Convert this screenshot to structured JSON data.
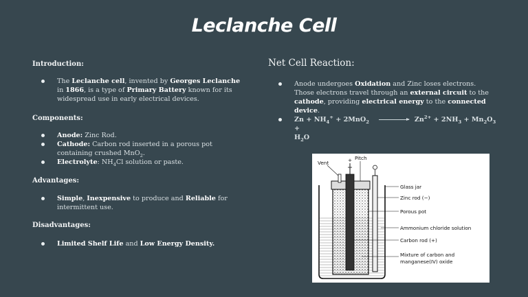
{
  "title": "Leclanche Cell",
  "left": {
    "intro_heading": "Introduction:",
    "intro": {
      "t1": "The ",
      "b1": "Leclanche cell",
      "t2": ", invented by ",
      "b2": "Georges Leclanche",
      "t3": " in ",
      "b3": "1866",
      "t4": ", is a type of ",
      "b4": "Primary Battery",
      "t5": " known for its widespread use in early electrical devices."
    },
    "components_heading": "Components:",
    "components": [
      {
        "label": "Anode:",
        "text": " Zinc Rod."
      },
      {
        "label": "Cathode:",
        "text": " Carbon rod inserted in a porous pot containing crushed MnO",
        "sub": "2",
        "end": "."
      },
      {
        "label": "Electrolyte",
        "text": ": NH",
        "sub": "4",
        "end": "Cl solution or paste."
      }
    ],
    "advantages_heading": "Advantages:",
    "advantages": {
      "b1": "Simple",
      "t1": ", ",
      "b2": "Inexpensive",
      "t2": " to produce and ",
      "b3": "Reliable",
      "t3": " for intermittent use."
    },
    "disadvantages_heading": "Disadvantages:",
    "disadvantages": {
      "b1": "Limited Shelf Life",
      "t1": " and ",
      "b2": "Low Energy Density."
    }
  },
  "right": {
    "heading": "Net Cell Reaction:",
    "point1": {
      "t1": "Anode undergoes ",
      "b1": "Oxidation",
      "t2": " and Zinc loses electrons. Those electrons travel through an ",
      "b2": "external circuit",
      "t3": " to the ",
      "b3": "cathode",
      "t4": ", providing ",
      "b4": "electrical energy",
      "t5": " to the ",
      "b5": "connected device",
      "t6": "."
    },
    "reaction": {
      "lhs_a": "Zn + NH",
      "lhs_sub": "4",
      "lhs_sup": "+",
      "lhs_b": " + 2MnO",
      "lhs_sub2": "2",
      "rhs_a": "Zn",
      "rhs_sup": "2+",
      "rhs_b": " + 2NH",
      "rhs_sub": "3",
      "rhs_c": " + Mn",
      "rhs_sub2": "2",
      "rhs_d": "O",
      "rhs_sub3": "3",
      "rhs_e": " +",
      "line2_a": "H",
      "line2_sub": "2",
      "line2_b": "O"
    }
  },
  "diagram": {
    "labels": {
      "vent": "Vent",
      "pitch": "Pitch",
      "plus": "+",
      "glass_jar": "Glass jar",
      "zinc_rod": "Zinc rod (−)",
      "porous_pot": "Porous pot",
      "ammonium": "Ammonium chloride solution",
      "carbon_rod": "Carbon rod (+)",
      "mixture_1": "Mixture of carbon and",
      "mixture_2": "manganese(IV) oxide"
    }
  }
}
